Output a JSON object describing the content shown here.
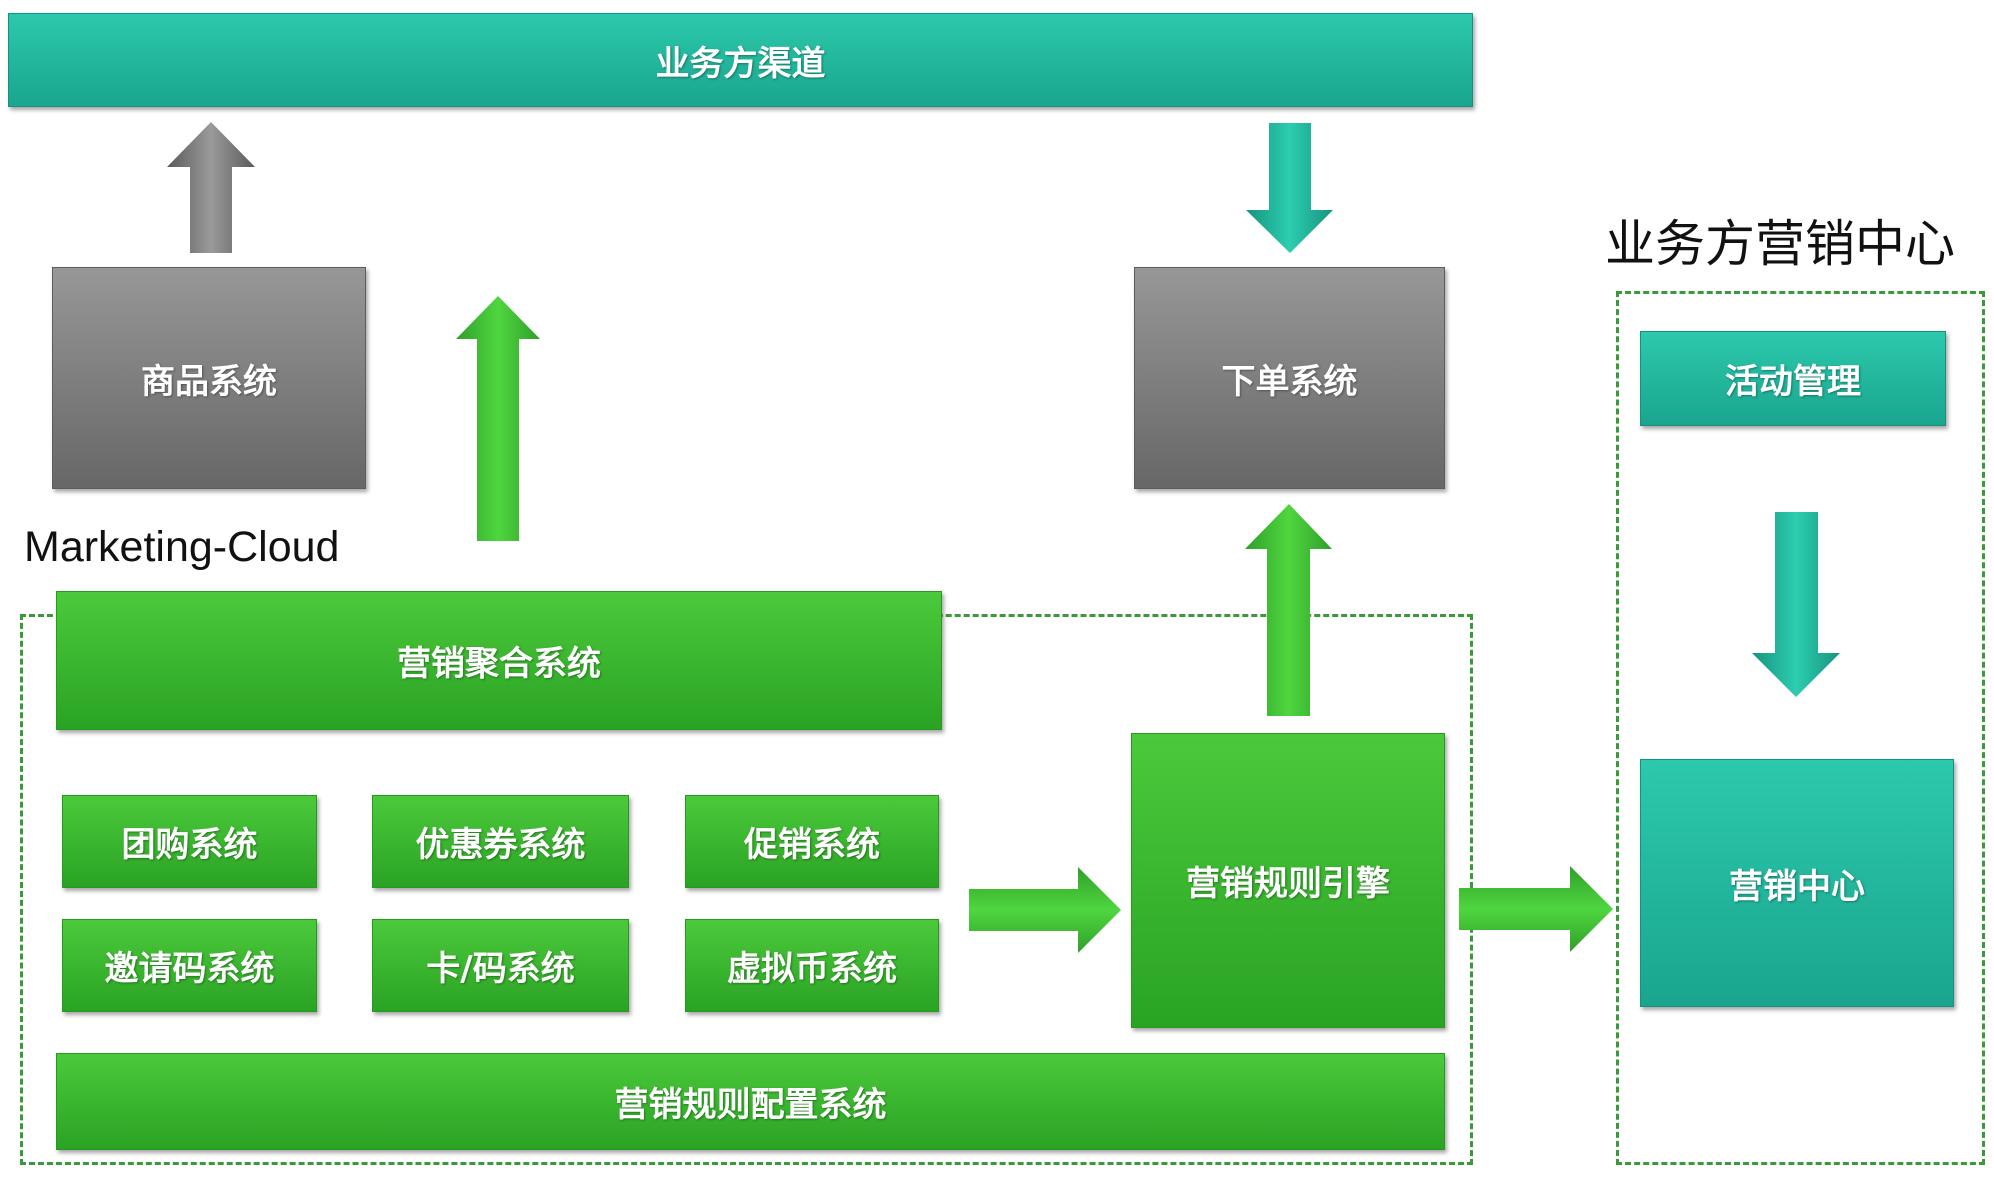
{
  "titles": {
    "marketing_cloud": "Marketing-Cloud",
    "business_marketing_center": "业务方营销中心"
  },
  "boxes": {
    "business_channel": "业务方渠道",
    "product_system": "商品系统",
    "order_system": "下单系统",
    "activity_management": "活动管理",
    "marketing_aggregation": "营销聚合系统",
    "group_buy": "团购系统",
    "coupon": "优惠券系统",
    "promotion": "促销系统",
    "invite_code": "邀请码系统",
    "card_code": "卡/码系统",
    "virtual_currency": "虚拟币系统",
    "rule_engine": "营销规则引擎",
    "marketing_center": "营销中心",
    "rule_config": "营销规则配置系统"
  },
  "colors": {
    "teal": "#1fb89c",
    "green": "#36b12c",
    "gray": "#7a7a7a",
    "dashed_border": "#3a9a3a"
  }
}
